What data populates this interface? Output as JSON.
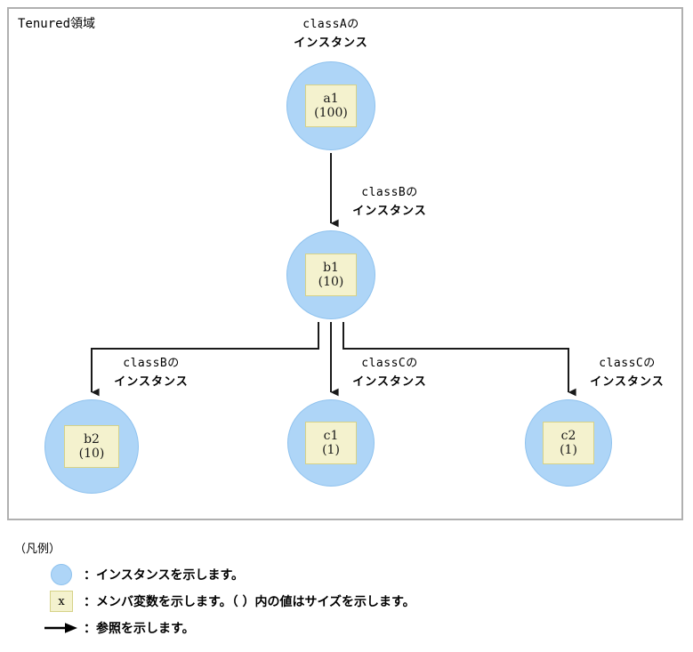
{
  "region": {
    "title": "Tenured領域"
  },
  "nodes": [
    {
      "id": "a1",
      "name": "a1",
      "size": "(100)",
      "class_label_top": "classAの",
      "class_label_bottom": "インスタンス"
    },
    {
      "id": "b1",
      "name": "b1",
      "size": "(10)",
      "class_label_top": "classBの",
      "class_label_bottom": "インスタンス"
    },
    {
      "id": "b2",
      "name": "b2",
      "size": "(10)",
      "class_label_top": "classBの",
      "class_label_bottom": "インスタンス"
    },
    {
      "id": "c1",
      "name": "c1",
      "size": "(1)",
      "class_label_top": "classCの",
      "class_label_bottom": "インスタンス"
    },
    {
      "id": "c2",
      "name": "c2",
      "size": "(1)",
      "class_label_top": "classCの",
      "class_label_bottom": "インスタンス"
    }
  ],
  "references": [
    {
      "from": "a1",
      "to": "b1"
    },
    {
      "from": "b1",
      "to": "b2"
    },
    {
      "from": "b1",
      "to": "c1"
    },
    {
      "from": "b1",
      "to": "c2"
    }
  ],
  "legend": {
    "title": "（凡例）",
    "items": [
      {
        "icon": "instance-circle-icon",
        "icon_text": "",
        "text": "：インスタンスを示します。"
      },
      {
        "icon": "member-variable-box-icon",
        "icon_text": "x",
        "text": "：メンバ変数を示します。（ ）内の値はサイズを示します。"
      },
      {
        "icon": "reference-arrow-icon",
        "icon_text": "",
        "text": "：参照を示します。"
      }
    ]
  },
  "colors": {
    "instance_fill": "#aed5f7",
    "instance_stroke": "#8fc2ee",
    "member_fill": "#f4f2ce",
    "member_stroke": "#d6d288",
    "frame_stroke": "#b0b0b0",
    "connector": "#1a1a1a"
  }
}
